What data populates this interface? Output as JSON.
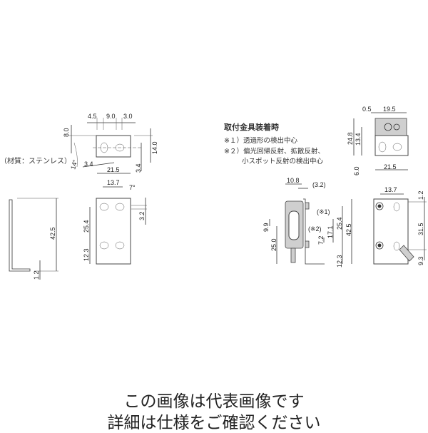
{
  "material_note": "（材質：ステンレス）",
  "bracket_top": {
    "d1": "4.5",
    "d2": "9.0",
    "d3": "3.0",
    "h1": "8.0",
    "h2": "14.0",
    "w1": "3.4",
    "w2": "21.5",
    "h3": "3.4",
    "angle": "14°"
  },
  "bracket_side": {
    "height": "42.5",
    "thickness": "1.2"
  },
  "bracket_front": {
    "w": "13.7",
    "angle": "7°",
    "h1": "3.2",
    "h2": "25.4",
    "h3": "12.3"
  },
  "mounted": {
    "title": "取付金具装着時",
    "note1": "※１）透過形の検出中心",
    "note2a": "※２）偏光回帰反射、拡散反射、",
    "note2b": "小スポット反射の検出中心"
  },
  "mounted_top": {
    "a": "0.5",
    "b": "19.5",
    "c": "24.8",
    "d": "13.4",
    "e": "6.0",
    "f": "21.5"
  },
  "mounted_side": {
    "a": "10.8",
    "b": "(3.2)",
    "n1": "(※1)",
    "n2": "(※2)",
    "c": "9.9",
    "d": "25.0",
    "e": "7.2",
    "f": "17.1",
    "g": "25.4",
    "h": "42.5",
    "i": "12.3"
  },
  "mounted_front": {
    "a": "13.7",
    "b": "1.2",
    "c": "31.5",
    "d": "9.3"
  },
  "caption": {
    "line1": "この画像は代表画像です",
    "line2": "詳細は仕様をご確認ください"
  }
}
